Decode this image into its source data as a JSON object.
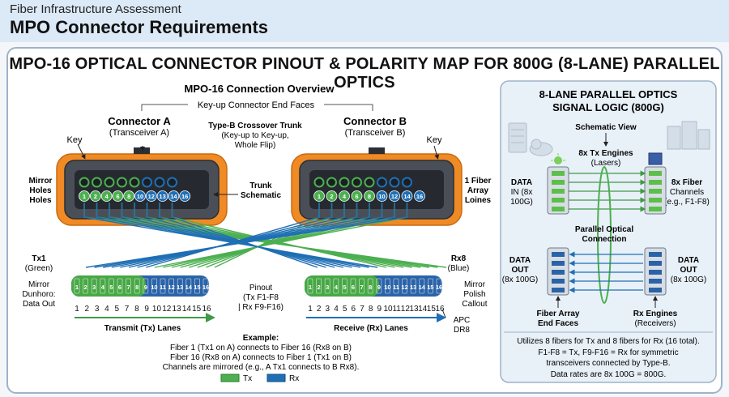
{
  "header": {
    "subtitle": "Fiber Infrastructure Assessment",
    "title": "MPO Connector Requirements"
  },
  "main_title": "MPO-16 OPTICAL CONNECTOR PINOUT & POLARITY MAP FOR 800G (8-LANE) PARALLEL OPTICS",
  "overview": {
    "title": "MPO-16 Connection Overview",
    "subtitle": "Key-up Connector End Faces",
    "connector_a": {
      "name": "Connector A",
      "role": "(Transceiver A)"
    },
    "connector_b": {
      "name": "Connector B",
      "role": "(Transceiver B)"
    },
    "trunk": {
      "line1": "Type-B Crossover Trunk",
      "line2": "(Key-up to Key-up,",
      "line3": "Whole Flip)"
    },
    "key_label": "Key",
    "trunk_schematic": [
      "Trunk",
      "Schematic"
    ],
    "mirror_holes": [
      "Mirror",
      "Holes",
      "Holes"
    ],
    "fiber_array": [
      "1 Fiber",
      "Array",
      "Loines"
    ],
    "fibers_a": [
      "1",
      "2",
      "4",
      "6",
      "8",
      "10",
      "12",
      "13",
      "14",
      "16"
    ],
    "fibers_b": [
      "1",
      "2",
      "4",
      "6",
      "8",
      "10",
      "12",
      "14",
      "16"
    ],
    "tx1": [
      "Tx1",
      "(Green)"
    ],
    "rx8": [
      "Rx8",
      "(Blue)"
    ],
    "mirror_dunhoro": [
      "Mirror",
      "Dunhoro:",
      "Data Out"
    ],
    "mirror_polish": [
      "Mirror",
      "Polish",
      "Callout"
    ],
    "pinout": [
      "Pinout",
      "(Tx F1-F8",
      "| Rx F9-F16)"
    ],
    "lane_numbers": [
      "1",
      "2",
      "3",
      "4",
      "5",
      "7",
      "8",
      "9",
      "10",
      "12",
      "13",
      "14",
      "15",
      "16"
    ],
    "lane_numbers_b": [
      "1",
      "2",
      "3",
      "4",
      "5",
      "6",
      "7",
      "8",
      "9",
      "10",
      "11",
      "12",
      "13",
      "14",
      "15",
      "16"
    ],
    "transmit_lanes": "Transmit (Tx) Lanes",
    "receive_lanes": "Receive (Rx) Lanes",
    "apc": [
      "APC",
      "DR8"
    ],
    "example": {
      "title": "Example:",
      "line1": "Fiber 1 (Tx1 on A) connects to Fiber 16 (Rx8 on B)",
      "line2": "Fiber 16 (Rx8 on A) connects to Fiber 1 (Tx1 on B)",
      "line3": "Channels are mirrored (e.g., A Tx1 connects to B Rx8)."
    },
    "legend": [
      {
        "label": "Tx",
        "color": "#4caf50"
      },
      {
        "label": "Rx",
        "color": "#1f6fb5"
      }
    ]
  },
  "side": {
    "title": [
      "8-LANE PARALLEL OPTICS",
      "SIGNAL LOGIC (800G)"
    ],
    "schematic_view": "Schematic View",
    "tx_engines": [
      "8x Tx Engines",
      "(Lasers)"
    ],
    "data_in": [
      "DATA",
      "IN (8x",
      "100G)"
    ],
    "fiber_channels": [
      "8x Fiber",
      "Channels",
      "(e.g., F1-F8)"
    ],
    "parallel": [
      "Parallel Optical",
      "Connection"
    ],
    "data_out_left": [
      "DATA",
      "OUT",
      "(8x 100G)"
    ],
    "data_out_right": [
      "DATA",
      "OUT",
      "(8x 100G)"
    ],
    "fiber_array_ends": [
      "Fiber Array",
      "End Faces"
    ],
    "rx_engines": [
      "Rx Engines",
      "(Receivers)"
    ],
    "summary": [
      "Utilizes 8 fibers for Tx and 8 fibers for Rx (16 total).",
      "F1-F8 = Tx, F9-F16 = Rx for symmetric",
      "transceivers connected by Type-B.",
      "Data rates are 8x 100G = 800G."
    ]
  },
  "colors": {
    "tx": "#4caf50",
    "rx": "#1f6fb5",
    "housing": "#f08a24",
    "panel_border": "#9fb3c8"
  }
}
